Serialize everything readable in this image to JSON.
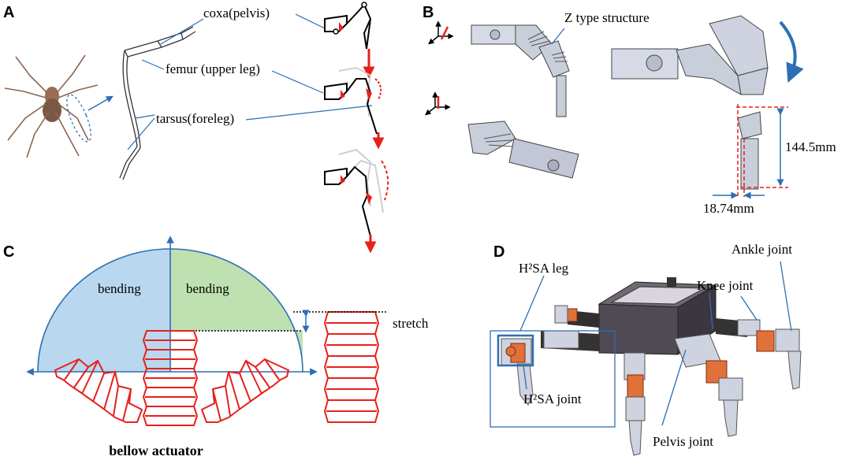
{
  "panels": {
    "A": {
      "letter": "A",
      "labels": {
        "coxa": "coxa(pelvis)",
        "femur": "femur (upper leg)",
        "tarsus": "tarsus(foreleg)"
      }
    },
    "B": {
      "letter": "B",
      "labels": {
        "ztype": "Z type structure",
        "height": "144.5mm",
        "width": "18.74mm"
      }
    },
    "C": {
      "letter": "C",
      "labels": {
        "bending_left": "bending",
        "bending_right": "bending",
        "stretch": "stretch",
        "caption": "bellow actuator"
      }
    },
    "D": {
      "letter": "D",
      "labels": {
        "leg": "H²SA leg",
        "joint": "H²SA joint",
        "knee": "Knee joint",
        "ankle": "Ankle joint",
        "pelvis": "Pelvis joint"
      }
    }
  },
  "colors": {
    "red": "#e8201c",
    "blue": "#2d6fb4",
    "light_blue": "#b9d7ee",
    "light_green": "#bfe0b0",
    "metal": "#c9cedb",
    "dark": "#3b3b3b",
    "orange": "#e2703a"
  }
}
